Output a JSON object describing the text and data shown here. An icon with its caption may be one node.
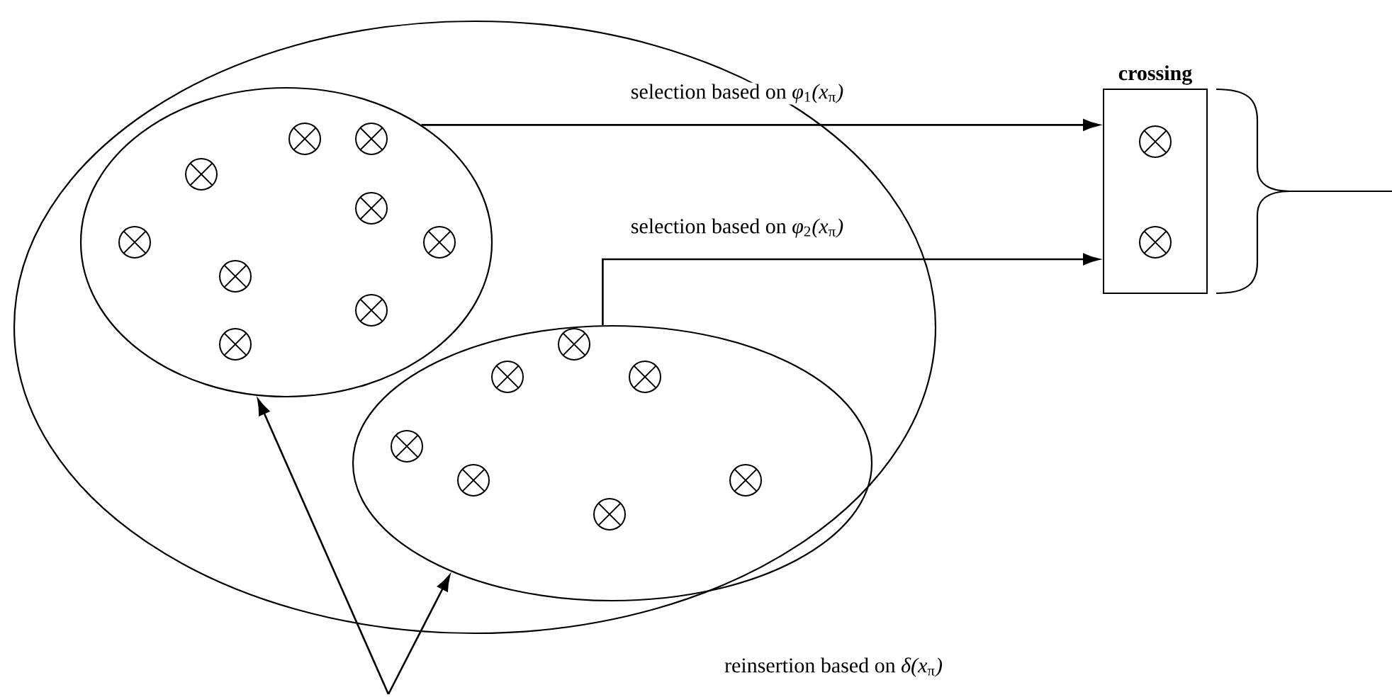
{
  "diagram": {
    "nodes": [
      {
        "text": [],
        "shape": "ellipse"
      },
      {
        "text": [],
        "shape": "ellipse",
        "in": 0
      },
      {
        "text": [],
        "shape": "ellipse",
        "in": 0
      },
      {
        "text": [
          "crossing"
        ]
      }
    ],
    "edges": [
      {
        "from": 1,
        "to": 3,
        "arrow": "to",
        "label": "selection based on *φ*$_{1}$*(x*$_{π}$*)*"
      },
      {
        "from": 2,
        "to": 3,
        "arrow": "to",
        "label": "selection based on *φ*$_{2}$*(x*$_{π}$*)*"
      },
      {
        "from": null,
        "to": 1,
        "arrow": "to"
      },
      {
        "from": null,
        "to": 2,
        "arrow": "to"
      }
    ],
    "labels": [
      "reinsertion based on *δ(x*$_{π}$*)*"
    ]
  }
}
